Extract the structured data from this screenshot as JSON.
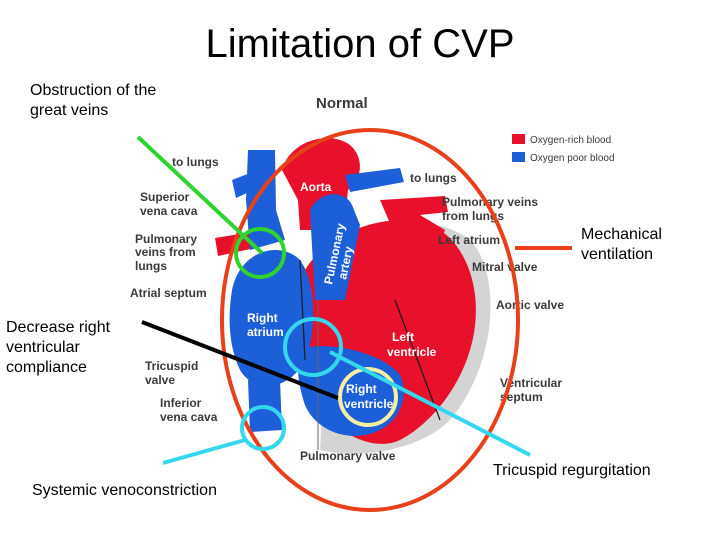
{
  "title": "Limitation of CVP",
  "notes": {
    "obstruction": "Obstruction of the\ngreat veins",
    "mechanical": "Mechanical\nventilation",
    "decrease": "Decrease right\nventricular\ncompliance",
    "systemic": "Systemic venoconstriction",
    "tricuspid_regurg": "Tricuspid regurgitation"
  },
  "diagram": {
    "heading": "Normal",
    "legend": [
      {
        "label": "Oxygen-rich blood",
        "color": "#e8102a"
      },
      {
        "label": "Oxygen poor blood",
        "color": "#1c5fd8"
      }
    ],
    "labels": {
      "to_lungs_left": "to lungs",
      "to_lungs_right": "to lungs",
      "svc_1": "Superior",
      "svc_2": "vena cava",
      "pulm_veins_left_1": "Pulmonary",
      "pulm_veins_left_2": "veins from",
      "pulm_veins_left_3": "lungs",
      "atrial_septum": "Atrial septum",
      "tricuspid_1": "Tricuspid",
      "tricuspid_2": "valve",
      "ivc_1": "Inferior",
      "ivc_2": "vena cava",
      "pulm_veins_right_1": "Pulmonary veins",
      "pulm_veins_right_2": "from lungs",
      "left_atrium": "Left atrium",
      "mitral": "Mitral valve",
      "aortic": "Aortic valve",
      "vent_septum_1": "Ventricular",
      "vent_septum_2": "septum",
      "pulm_valve": "Pulmonary valve",
      "aorta": "Aorta",
      "pulm_artery_1": "Pulmonary",
      "pulm_artery_2": "artery",
      "right_atrium_1": "Right",
      "right_atrium_2": "atrium",
      "left_ventricle_1": "Left",
      "left_ventricle_2": "ventricle",
      "right_ventricle_1": "Right",
      "right_ventricle_2": "ventricle"
    }
  },
  "colors": {
    "green_marker": "#2fd32f",
    "orange_marker": "#e8401a",
    "cyan_marker": "#33d7ee",
    "yellow_marker": "#f5f0a0",
    "black_marker": "#000000"
  }
}
